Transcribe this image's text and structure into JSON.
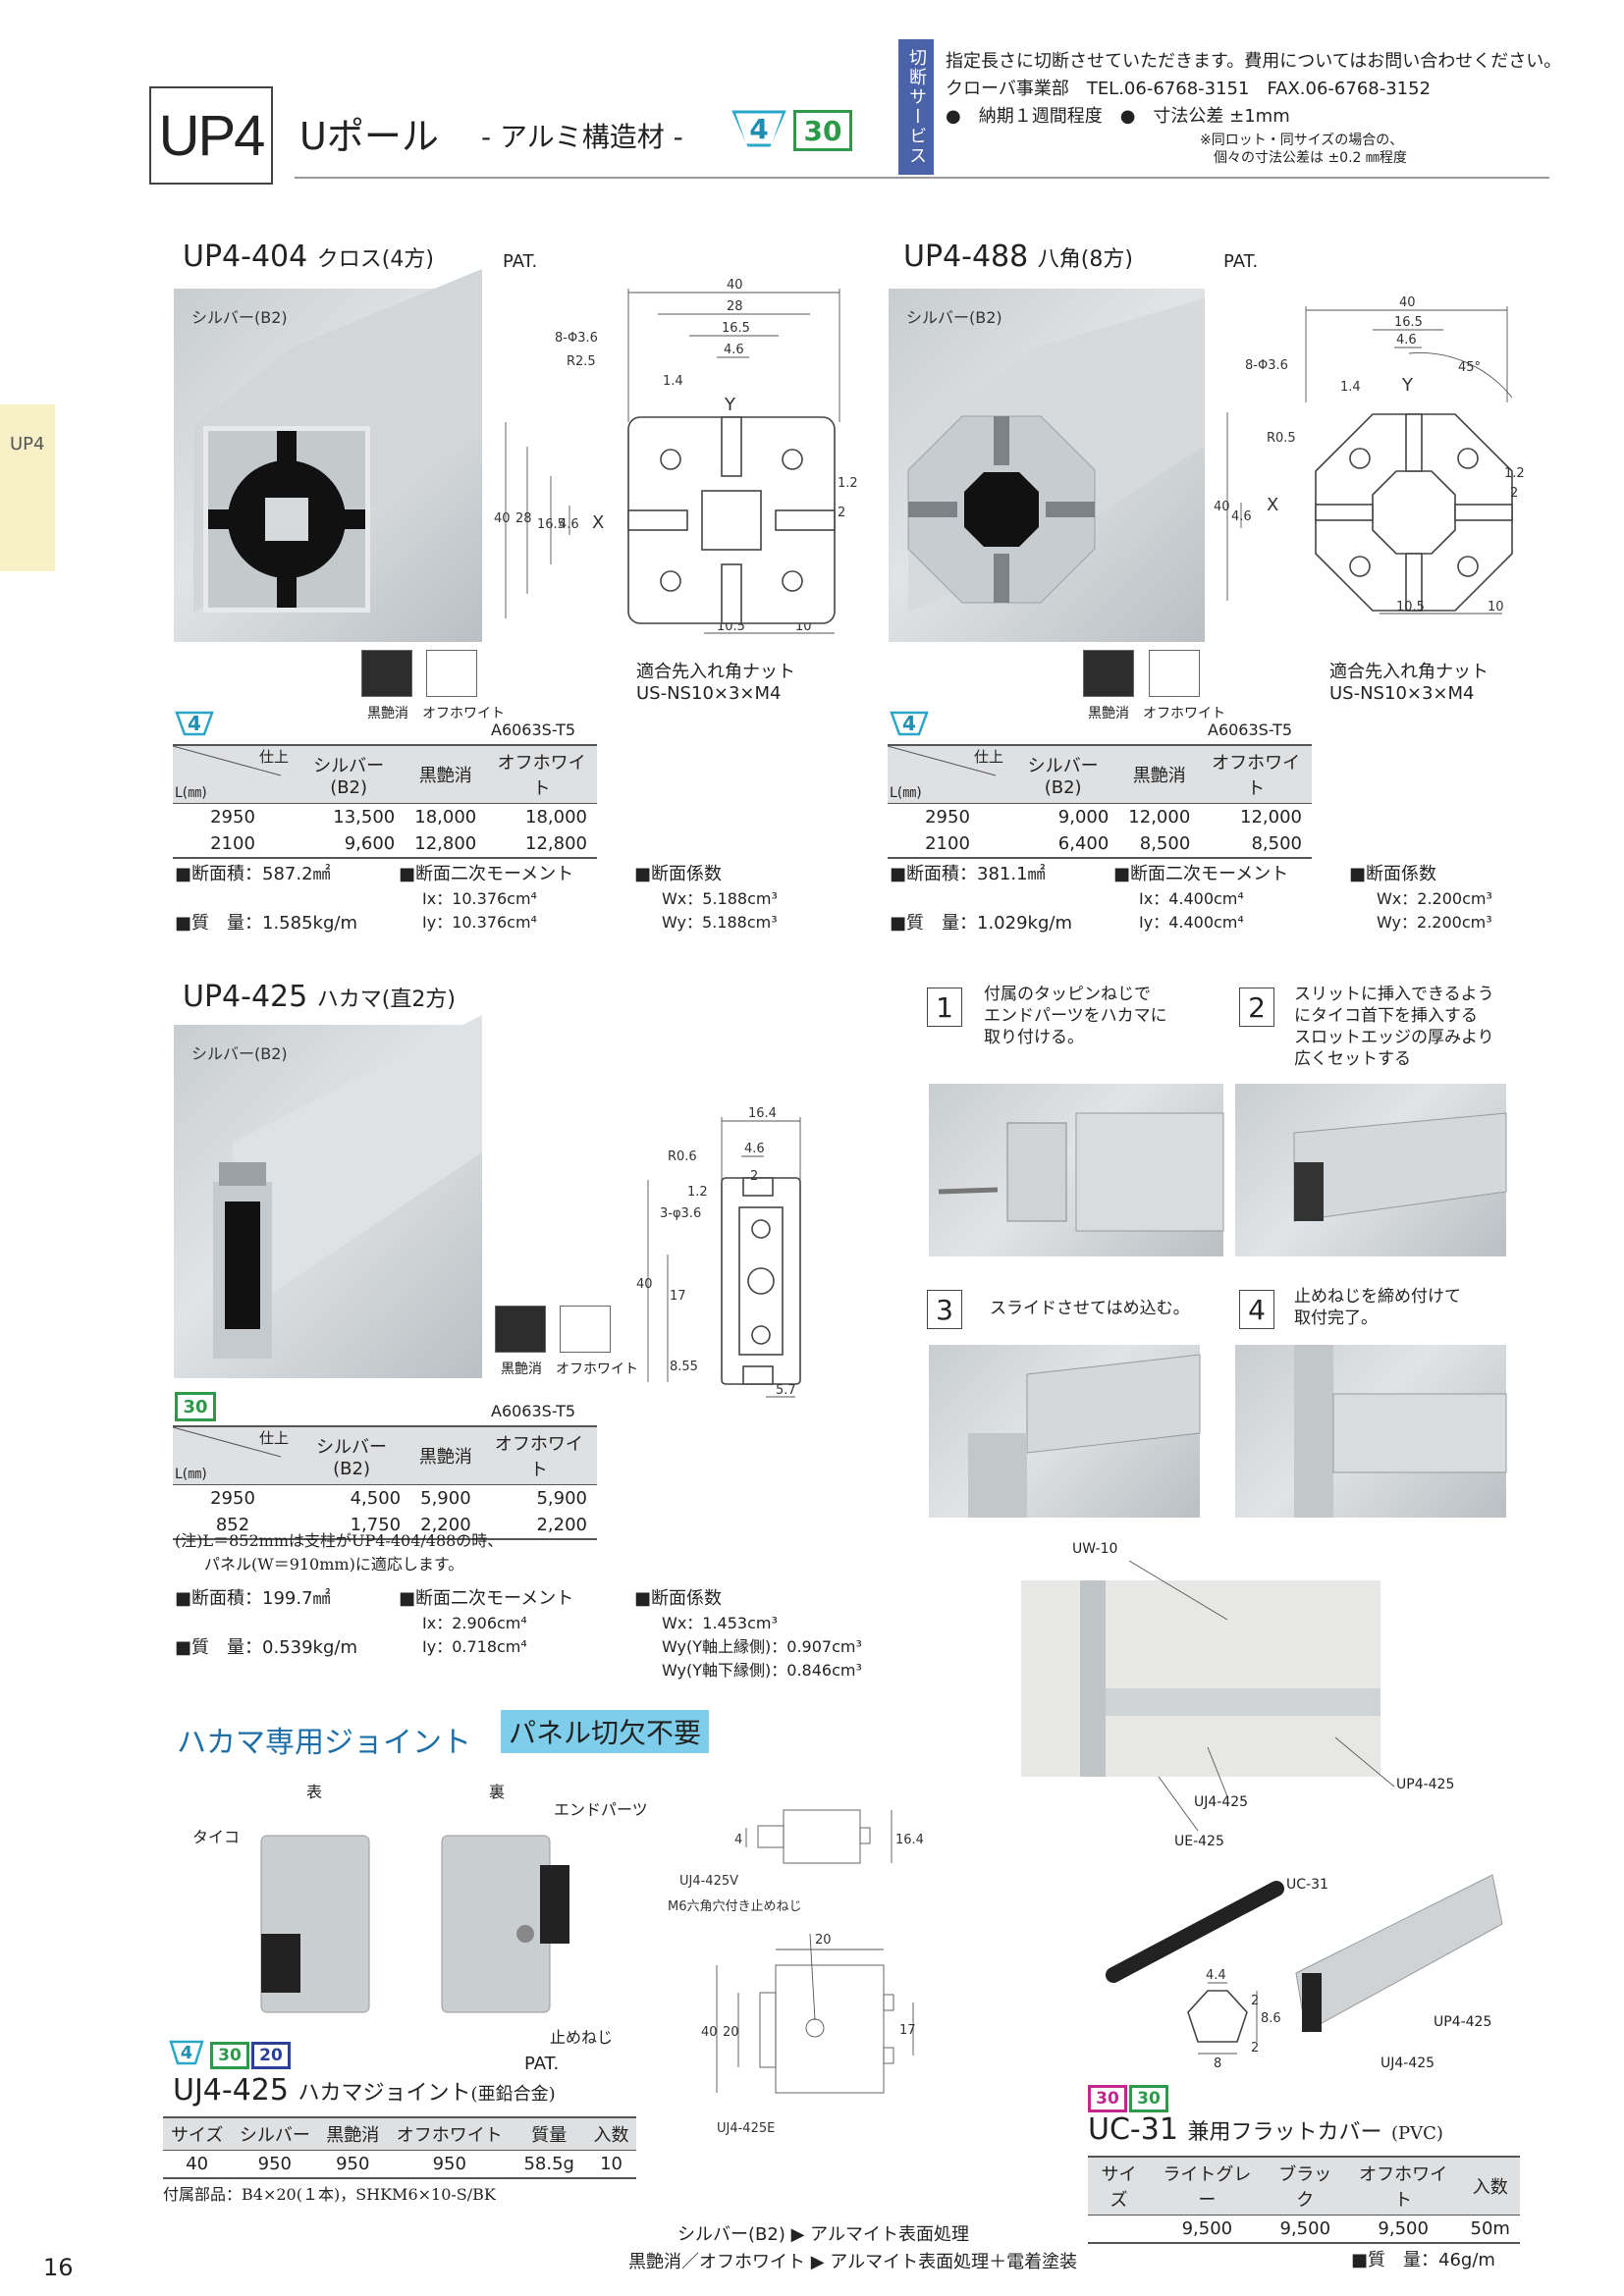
{
  "header": {
    "code": "UP4",
    "title": "Uポール",
    "subtitle": "- アルミ構造材 -",
    "badge_a": "4",
    "badge_b": "30",
    "cut_label": "切断サービス",
    "note1": "指定長さに切断させていただきます。費用についてはお問い合わせください。",
    "note2": "クローバ事業部　TEL.06-6768-3151　FAX.06-6768-3152",
    "note3": "●　納期１週間程度　●　寸法公差 ±1mm",
    "note4a": "※同ロット・同サイズの場合の、",
    "note4b": "個々の寸法公差は ±0.2 ㎜程度"
  },
  "sidetab": "UP4",
  "common": {
    "silver": "シルバー(B2)",
    "black": "黒艶消",
    "white": "オフホワイト",
    "alloy": "A6063S-T5",
    "pat": "PAT.",
    "finish": "仕上",
    "length": "L(㎜)",
    "nut_label": "適合先入れ角ナット",
    "nut_code": "US-NS10×3×M4"
  },
  "p404": {
    "title": "UP4-404",
    "shape": "クロス(4方)",
    "badge": "4",
    "rows": [
      [
        "2950",
        "13,500",
        "18,000",
        "18,000"
      ],
      [
        "2100",
        "9,600",
        "12,800",
        "12,800"
      ]
    ],
    "area": "■断面積：587.2㎟",
    "mass": "■質　量：1.585kg/m",
    "moment_h": "■断面二次モーメント",
    "ix": "Ix：10.376cm⁴",
    "iy": "Iy：10.376cm⁴",
    "mod_h": "■断面係数",
    "wx": "Wx：5.188cm³",
    "wy": "Wy：5.188cm³",
    "dims": {
      "w40": "40",
      "w28": "28",
      "w16": "16.5",
      "w46": "4.6",
      "phi": "8-Φ3.6",
      "r": "R2.5",
      "t14": "1.4",
      "y": "Y",
      "x": "X",
      "h40": "40",
      "h28": "28",
      "h16": "16.5",
      "h46": "4.6",
      "d12": "1.2",
      "d2": "2",
      "b105": "10.5",
      "b10": "10"
    }
  },
  "p488": {
    "title": "UP4-488",
    "shape": "八角(8方)",
    "badge": "4",
    "rows": [
      [
        "2950",
        "9,000",
        "12,000",
        "12,000"
      ],
      [
        "2100",
        "6,400",
        "8,500",
        "8,500"
      ]
    ],
    "area": "■断面積：381.1㎟",
    "mass": "■質　量：1.029kg/m",
    "moment_h": "■断面二次モーメント",
    "ix": "Ix：4.400cm⁴",
    "iy": "Iy：4.400cm⁴",
    "mod_h": "■断面係数",
    "wx": "Wx：2.200cm³",
    "wy": "Wy：2.200cm³",
    "dims": {
      "w40": "40",
      "w16": "16.5",
      "w46": "4.6",
      "phi": "8-Φ3.6",
      "ang": "45°",
      "t14": "1.4",
      "r": "R0.5",
      "y": "Y",
      "x": "X",
      "h40": "40",
      "h46": "4.6",
      "d12": "1.2",
      "d2": "2",
      "b105": "10.5",
      "b10": "10"
    }
  },
  "p425": {
    "title": "UP4-425",
    "shape": "ハカマ(直2方)",
    "badge": "30",
    "rows": [
      [
        "2950",
        "4,500",
        "5,900",
        "5,900"
      ],
      [
        "852",
        "1,750",
        "2,200",
        "2,200"
      ]
    ],
    "note1": "(注)L＝852mmは支柱がUP4-404/488の時、",
    "note2": "パネル(W＝910mm)に適応します。",
    "area": "■断面積：199.7㎟",
    "mass": "■質　量：0.539kg/m",
    "moment_h": "■断面二次モーメント",
    "ix": "Ix：2.906cm⁴",
    "iy": "Iy：0.718cm⁴",
    "mod_h": "■断面係数",
    "wx": "Wx：1.453cm³",
    "wy1": "Wy(Y軸上縁側)：0.907cm³",
    "wy2": "Wy(Y軸下縁側)：0.846cm³",
    "dims": {
      "w164": "16.4",
      "w46": "4.6",
      "r": "R0.6",
      "d2": "2",
      "d12": "1.2",
      "phi": "3-φ3.6",
      "h40": "40",
      "h17": "17",
      "h855": "8.55",
      "b57": "5.7"
    }
  },
  "steps": [
    {
      "n": "1",
      "text": "付属のタッピンねじで\nエンドパーツをハカマに\n取り付ける。"
    },
    {
      "n": "2",
      "text": "スリットに挿入できるよう\nにタイコ首下を挿入する\nスロットエッジの厚みより\n広くセットする"
    },
    {
      "n": "3",
      "text": "スライドさせてはめ込む。"
    },
    {
      "n": "4",
      "text": "止めねじを締め付けて\n取付完了。"
    }
  ],
  "assembly_labels": {
    "uw10": "UW-10",
    "uj4": "UJ4-425",
    "up4": "UP4-425",
    "ue": "UE-425"
  },
  "joint": {
    "heading": "ハカマ専用ジョイント",
    "tag": "パネル切欠不要",
    "front": "表",
    "back": "裏",
    "taiko": "タイコ",
    "endparts": "エンドパーツ",
    "setscrew": "止めねじ",
    "badge_a": "4",
    "badge_b": "30",
    "badge_c": "20",
    "pat": "PAT.",
    "title": "UJ4-425",
    "name": "ハカマジョイント",
    "material": "(亜鉛合金)",
    "cols": [
      "サイズ",
      "シルバー",
      "黒艶消",
      "オフホワイト",
      "質量",
      "入数"
    ],
    "row": [
      "40",
      "950",
      "950",
      "950",
      "58.5g",
      "10"
    ],
    "accessory": "付属部品：B4×20(１本)，SHKM6×10-S/BK",
    "d_v": "UJ4-425V",
    "d_screw": "M6六角穴付き止めねじ",
    "d_e": "UJ4-425E",
    "d4": "4",
    "d164": "16.4",
    "d20a": "20",
    "d40": "40",
    "d20b": "20",
    "d17": "17"
  },
  "cover": {
    "label_uc31": "UC-31",
    "label_up": "UP4-425",
    "label_uj": "UJ4-425",
    "d44": "4.4",
    "d2a": "2",
    "d86": "8.6",
    "d8": "8",
    "d2b": "2",
    "badge_a": "30",
    "badge_b": "30",
    "title": "UC-31",
    "name": "兼用フラットカバー",
    "material": "(PVC)",
    "cols": [
      "サイズ",
      "ライトグレー",
      "ブラック",
      "オフホワイト",
      "入数"
    ],
    "row": [
      "",
      "9,500",
      "9,500",
      "9,500",
      "50m"
    ],
    "mass": "■質　量：46g/m"
  },
  "footer": {
    "line1": "シルバー(B2) ▶ アルマイト表面処理",
    "line2": "黒艶消／オフホワイト ▶ アルマイト表面処理＋電着塗装",
    "page": "16"
  }
}
